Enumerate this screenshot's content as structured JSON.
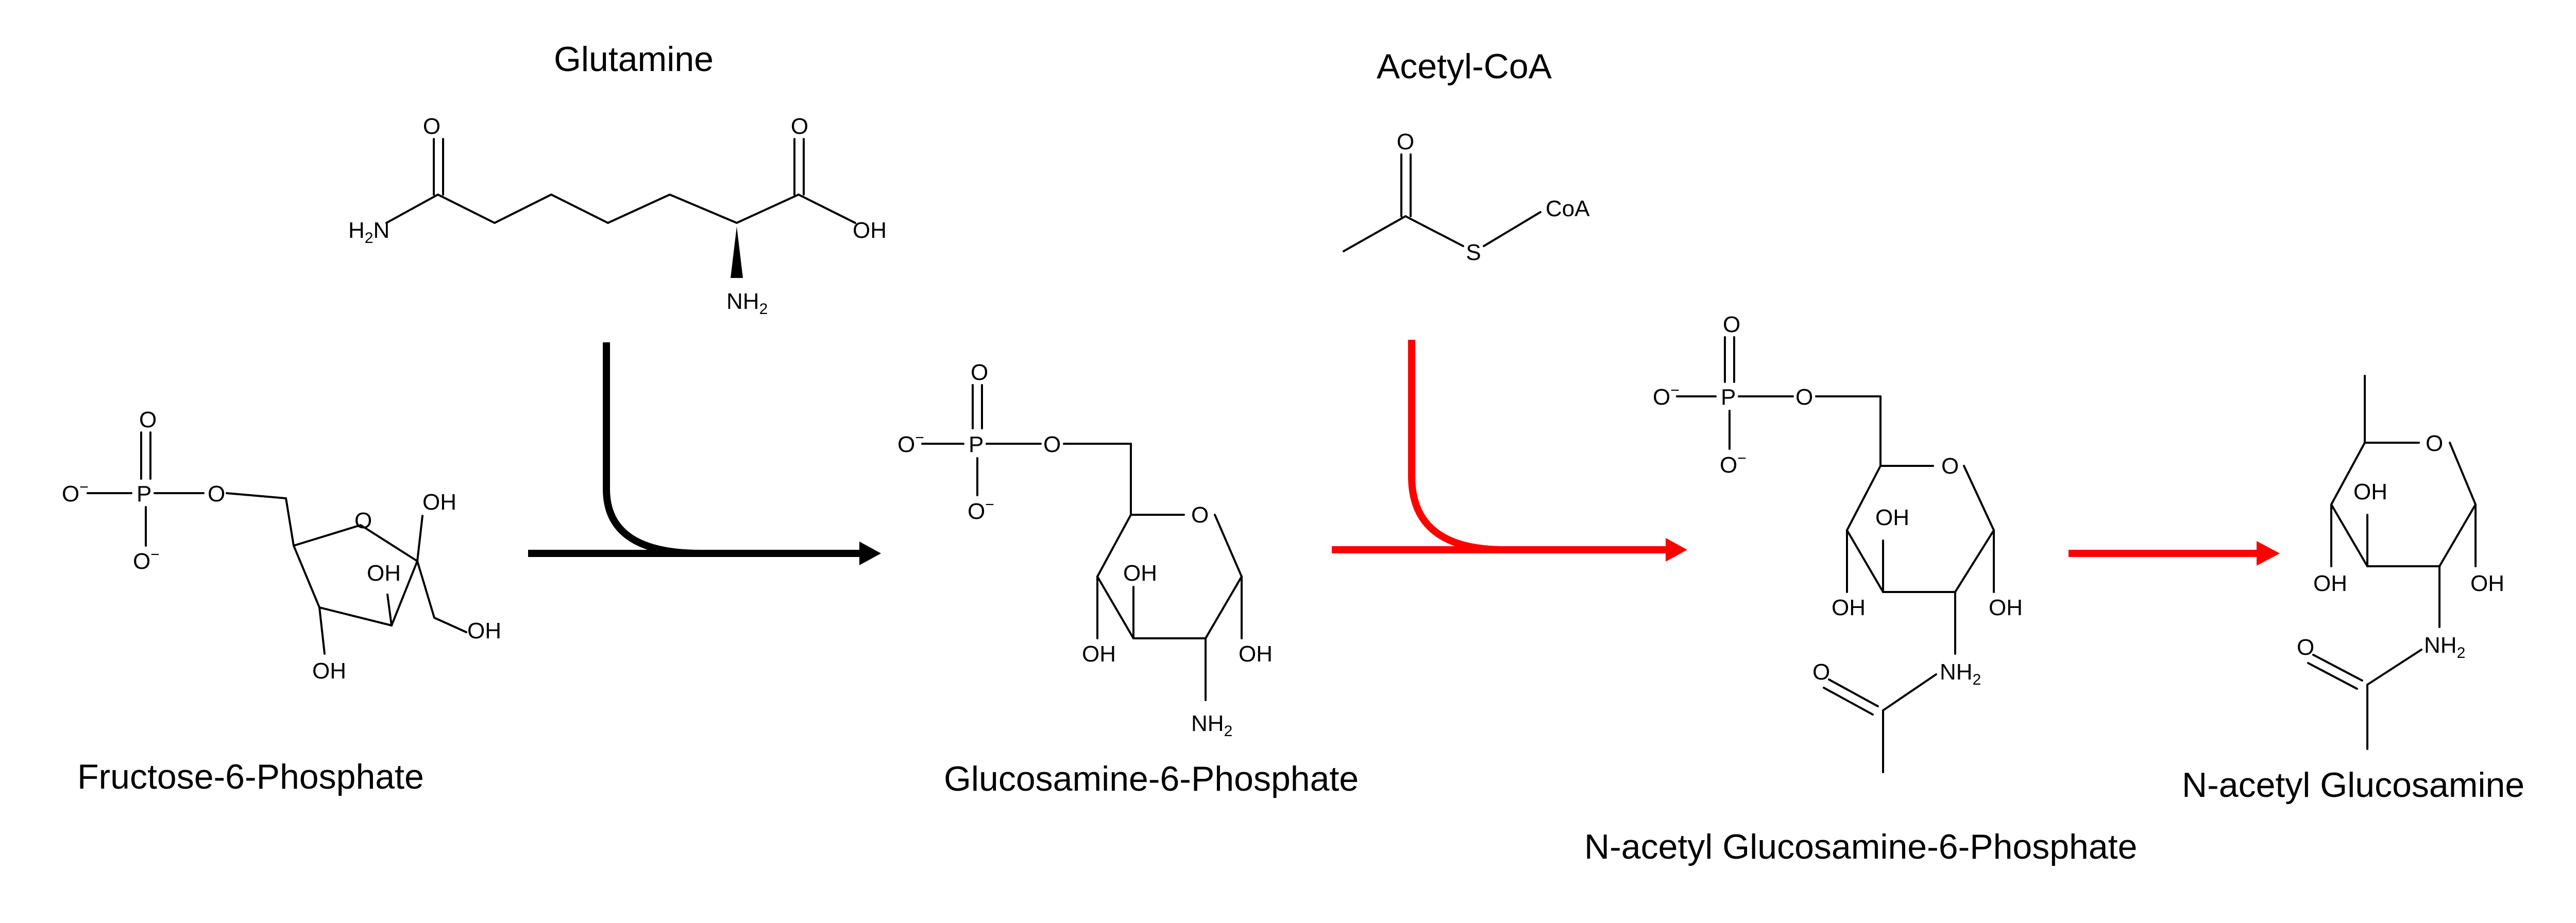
{
  "labels": {
    "glutamine": "Glutamine",
    "acetyl_coa": "Acetyl-CoA",
    "f6p": "Fructose-6-Phosphate",
    "g6p": "Glucosamine-6-Phosphate",
    "nag6p": "N-acetyl Glucosamine-6-Phosphate",
    "nag": "N-acetyl Glucosamine"
  },
  "atoms": {
    "o": "O",
    "oh": "OH",
    "p": "P",
    "s": "S",
    "coa": "CoA",
    "nh2": "NH",
    "h2n": "H",
    "n": "N",
    "sub2": "2",
    "minus": "−"
  },
  "colors": {
    "black_arrow": "#000000",
    "red_arrow": "#ff0000"
  }
}
